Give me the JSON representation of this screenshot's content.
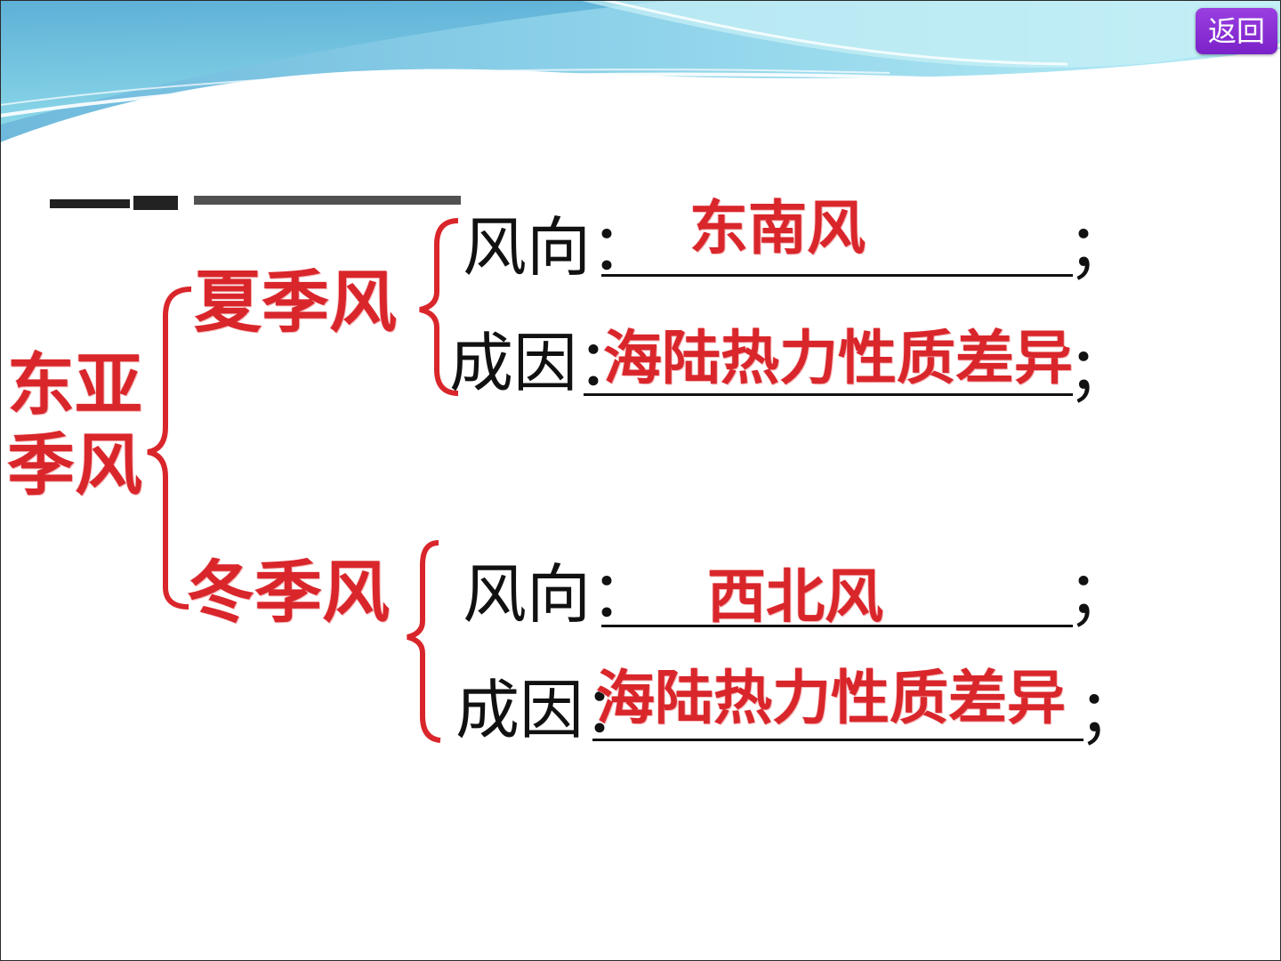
{
  "toolbar": {
    "back_label": "返回"
  },
  "diagram": {
    "root": [
      "东亚",
      "季风"
    ],
    "summer": {
      "title": "夏季风",
      "direction_label": "风向：",
      "direction_answer": "东南风",
      "cause_label": "成因：",
      "cause_answer": "海陆热力性质差异"
    },
    "winter": {
      "title": "冬季风",
      "direction_label": "风向：",
      "direction_answer": "西北风",
      "cause_label": "成因：",
      "cause_answer": "海陆热力性质差异"
    },
    "semicolon": "；"
  },
  "colors": {
    "answer_red": "#d9262b",
    "bracket_red": "#d9262b",
    "label_black": "#111111",
    "button_purple": "#8a2fd6",
    "banner_cyan": "#7fd6e6"
  }
}
